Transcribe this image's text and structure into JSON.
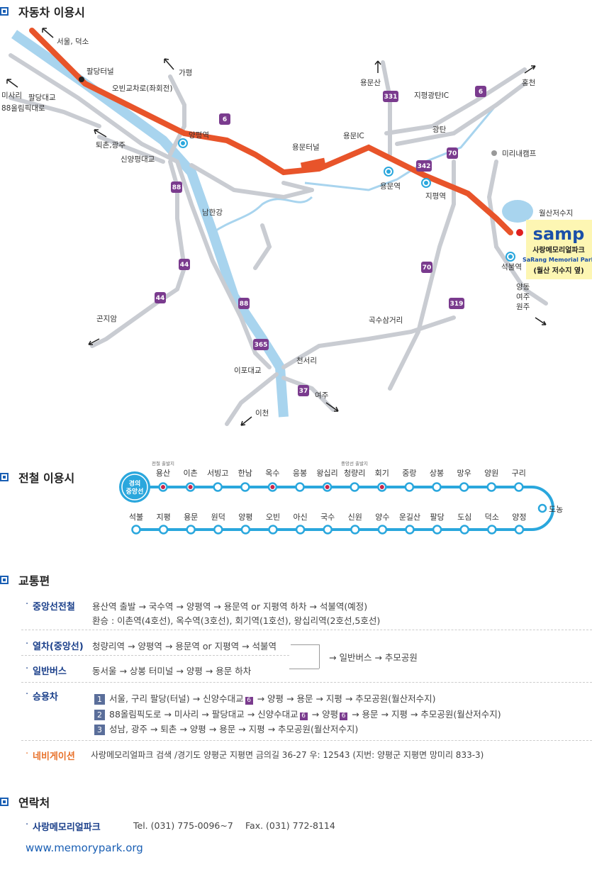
{
  "sections": {
    "car": "자동차 이용시",
    "subway": "전철 이용시",
    "transport": "교통편",
    "contact": "연락처"
  },
  "map": {
    "labels": {
      "seoul": "서울, 덕소",
      "paldang_tunnel": "팔당터널",
      "misari": "미사리",
      "olympic": "88올림픽대로",
      "paldang_bridge": "팔당대교",
      "obin": "오빈교차로(좌회전)",
      "gapyeong": "가평",
      "toechon": "퇴촌,광주",
      "yangpyeong_st": "양평역",
      "sinyangpyeong": "신양평대교",
      "namhangang": "남한강",
      "yongmun_tunnel": "용문터널",
      "yongmunsan": "용문산",
      "jipyeong_ic": "지평광탄IC",
      "yongmun_ic": "용문IC",
      "gwangtan": "광탄",
      "hongcheon": "홍천",
      "mirinae": "미리내캠프",
      "yongmun_st": "용문역",
      "jipyeong_st": "지평역",
      "wolsan": "월산저수지",
      "seokbul": "석불역",
      "yangdong1": "양동",
      "yangdong2": "여주",
      "yangdong3": "원주",
      "gonjiam": "곤지암",
      "goksu": "곡수삼거리",
      "cheonseo": "천서리",
      "ipo": "이포대교",
      "yeoju": "여주",
      "icheon": "이천"
    },
    "routes": [
      "6",
      "331",
      "6",
      "342",
      "70",
      "88",
      "44",
      "44",
      "88",
      "365",
      "37",
      "70",
      "319"
    ],
    "logo": "samp",
    "park_ko": "사랑메모리얼파크",
    "park_en": "SaRang Memorial Park",
    "park_note": "(월산 저수지 옆)"
  },
  "subway": {
    "badge1": "경의",
    "badge2": "중앙선",
    "top_note1": "전철 출발지",
    "top_note2": "중앙선 출발지",
    "top": [
      "용산",
      "이촌",
      "서빙고",
      "한남",
      "옥수",
      "응봉",
      "왕십리",
      "청량리",
      "회기",
      "중랑",
      "상봉",
      "망우",
      "양원",
      "구리"
    ],
    "top_transfer": [
      true,
      true,
      false,
      false,
      true,
      false,
      true,
      false,
      true,
      false,
      false,
      false,
      false,
      false
    ],
    "bottom": [
      "석불",
      "지평",
      "용문",
      "원덕",
      "양평",
      "오빈",
      "아신",
      "국수",
      "신원",
      "양수",
      "운길산",
      "팔당",
      "도심",
      "덕소",
      "양정"
    ],
    "end": "도농"
  },
  "transport": {
    "jungang_label": "중앙선전철",
    "jungang_line1": "용산역 출발 → 국수역  → 양평역  → 용문역 or 지평역 하차  → 석불역(예정)",
    "jungang_line2": "환승 : 이촌역(4호선), 옥수역(3호선), 회기역(1호선), 왕십리역(2호선,5호선)",
    "train_label": "열차(중앙선)",
    "train_text": "청량리역 → 양평역  →  용문역 or 지평역 →  석불역",
    "bus_label": "일반버스",
    "bus_text": "동서울  →   상봉 터미널   →   양평   →   용문 하차",
    "merge_text": "→  일반버스  →  추모공원",
    "car_label": "승용차",
    "car1": "서울, 구리 팔당(터널)  →  신양수대교",
    "car1b": "→  양평  →  용문  →  지평  →  추모공원(월산저수지)",
    "car2": "88올림픽도로  →  미사리  →  팔당대교  →  신양수대교",
    "car2b": "→  양평",
    "car2c": "→  용문  →  지평  →  추모공원(월산저수지)",
    "car3": "성남, 광주  →  퇴촌  →  양평  →  용문  →  지평  → 추모공원(월산저수지)",
    "nav_label": "네비게이션",
    "nav_text": "사랑메모리얼파크 검색 /경기도 양평군 지평면 금의길 36-27  우: 12543  (지번: 양평군 지평면 망미리 833-3)",
    "n1": "1",
    "n2": "2",
    "n3": "3",
    "six": "6"
  },
  "contact": {
    "name": "사랑메모리얼파크",
    "tel": "Tel. (031) 775-0096~7",
    "fax": "Fax. (031) 772-8114",
    "url": "www.memorypark.org"
  }
}
